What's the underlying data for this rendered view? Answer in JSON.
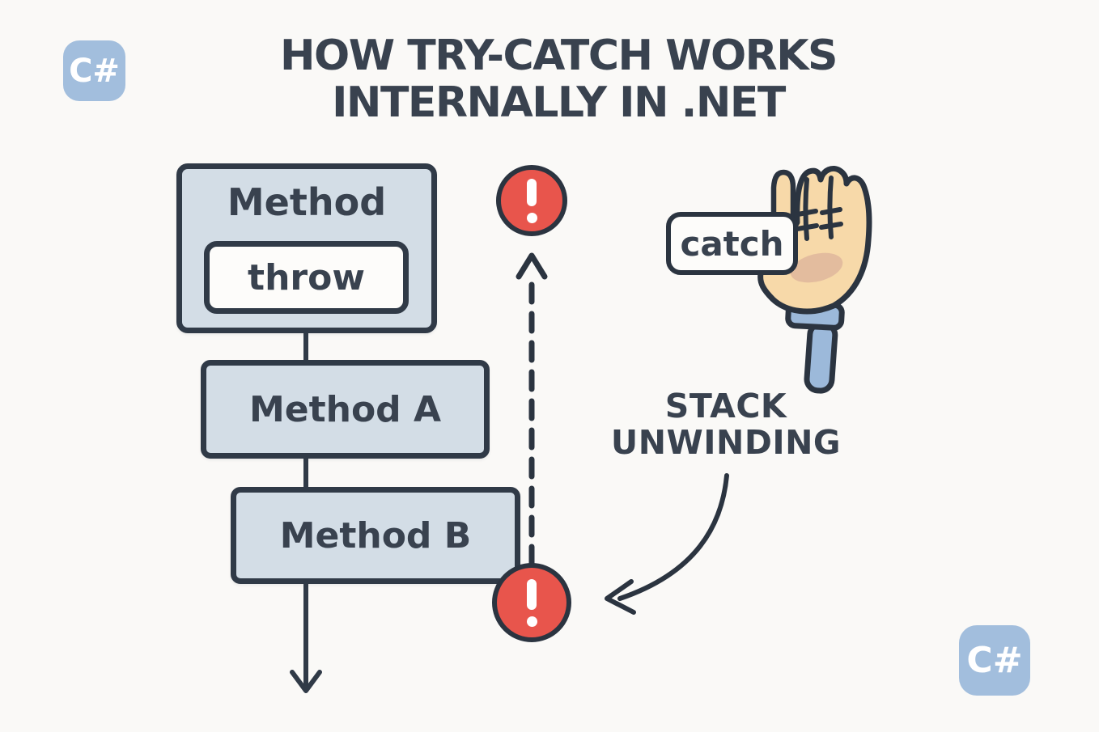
{
  "title": {
    "line1": "HOW TRY-CATCH WORKS",
    "line2": "INTERNALLY IN .NET"
  },
  "badges": {
    "top_left": "C#",
    "bottom_right": "C#"
  },
  "flow": {
    "method": {
      "label": "Method",
      "throw_label": "throw"
    },
    "method_a": {
      "label": "Method A"
    },
    "method_b": {
      "label": "Method B"
    }
  },
  "annotations": {
    "catch_sign_label": "catch",
    "stack_unwinding_line1": "STACK",
    "stack_unwinding_line2": "UNWINDING"
  },
  "icons": {
    "exception_top": "exclamation-circle",
    "exception_bottom": "exclamation-circle",
    "catch_hand": "fist-holding-sign",
    "flow_arrow": "arrow-down",
    "unwind_arrow": "dashed-arrow-up",
    "stack_unwind_pointer": "curved-arrow-left",
    "language_badge": "csharp-logo"
  },
  "colors": {
    "background": "#faf9f7",
    "ink": "#303a47",
    "box_fill": "#d3dde6",
    "badge_blue": "#a2bedd",
    "error_red": "#e8554c",
    "sign_white": "#fdfcfa",
    "hand_skin": "#f7d9a9",
    "hand_shadow": "#e3bc9e",
    "sleeve_blue": "#9cb9da"
  }
}
